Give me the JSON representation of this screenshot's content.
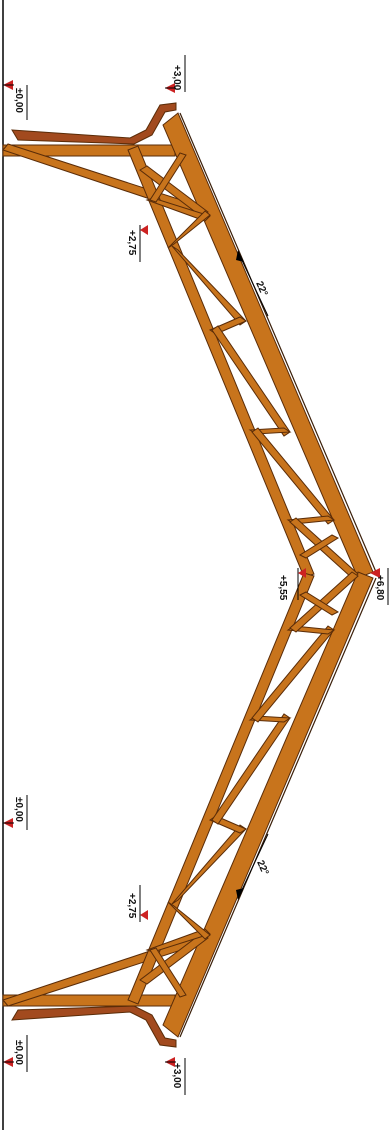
{
  "elevation_marks": {
    "ground_top": "±0,00",
    "ground_mid": "±0,00",
    "ground_bottom": "±0,00",
    "eave_top": "+3,00",
    "eave_bottom": "+3,00",
    "bottom_chord_top": "+2,75",
    "bottom_chord_bottom": "+2,75",
    "ridge_inner": "+5,55",
    "ridge_outer": "+6,80"
  },
  "slope_labels": {
    "upper": "22°",
    "lower": "22°"
  },
  "colors": {
    "timber": "#c8741c",
    "timber_outline": "#5a2c08",
    "gutter": "#a24a1e",
    "marker": "#cc2222",
    "line": "#000000"
  }
}
